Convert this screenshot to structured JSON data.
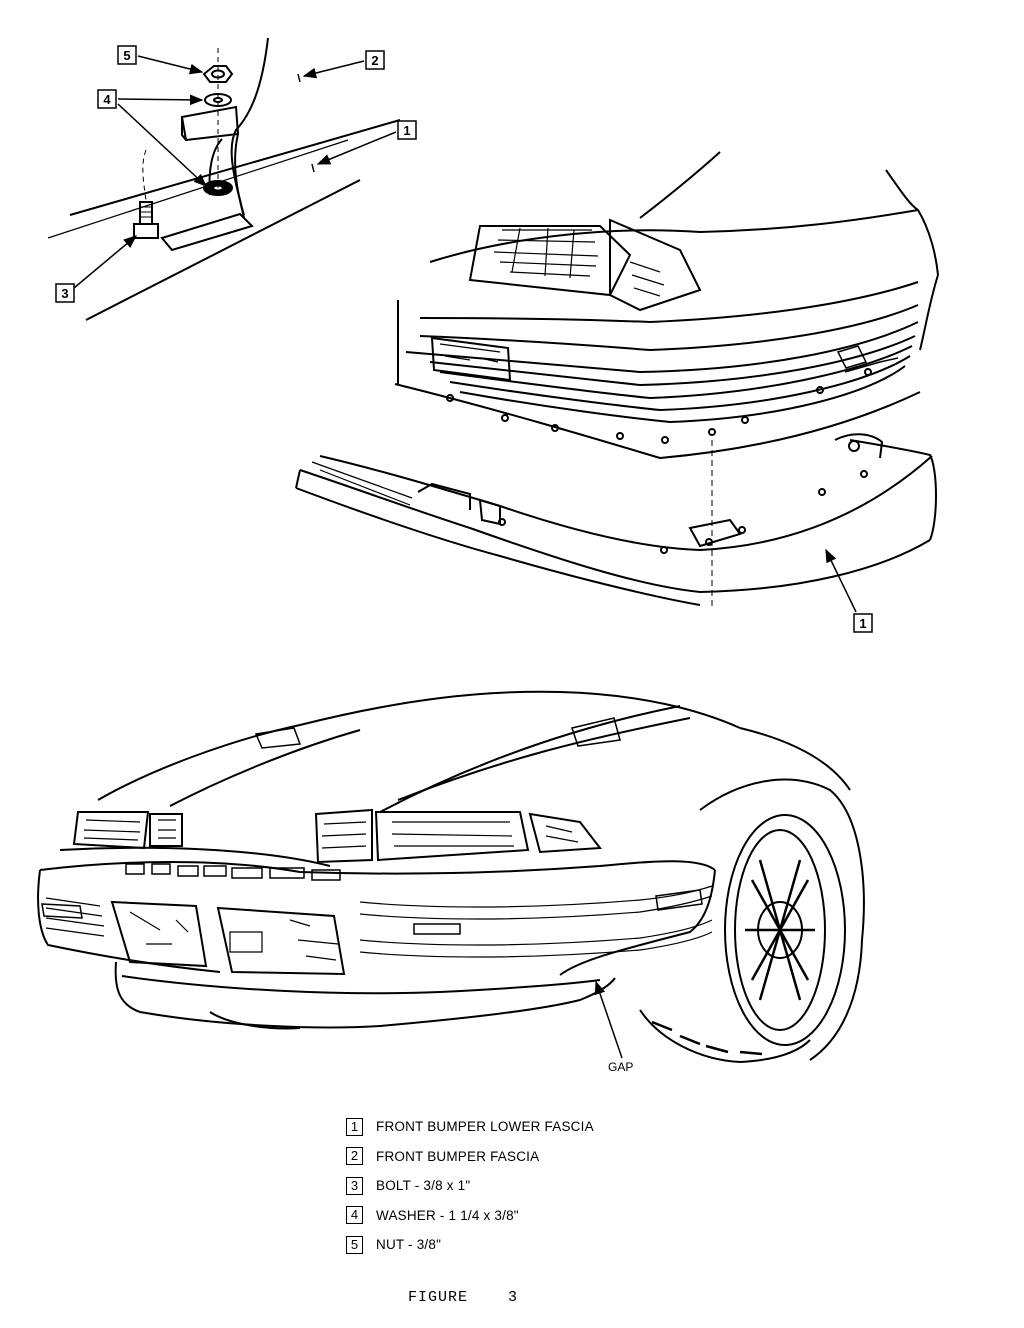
{
  "callouts": {
    "c1_top": "1",
    "c2": "2",
    "c3": "3",
    "c4": "4",
    "c5": "5",
    "c1_fascia": "1",
    "gap": "GAP"
  },
  "legend": [
    {
      "num": "1",
      "label": "FRONT BUMPER LOWER FASCIA"
    },
    {
      "num": "2",
      "label": "FRONT BUMPER FASCIA"
    },
    {
      "num": "3",
      "label": "BOLT - 3/8 x 1\""
    },
    {
      "num": "4",
      "label": "WASHER - 1 1/4 x 3/8\""
    },
    {
      "num": "5",
      "label": "NUT - 3/8\""
    }
  ],
  "caption": {
    "word": "FIGURE",
    "number": "3"
  }
}
